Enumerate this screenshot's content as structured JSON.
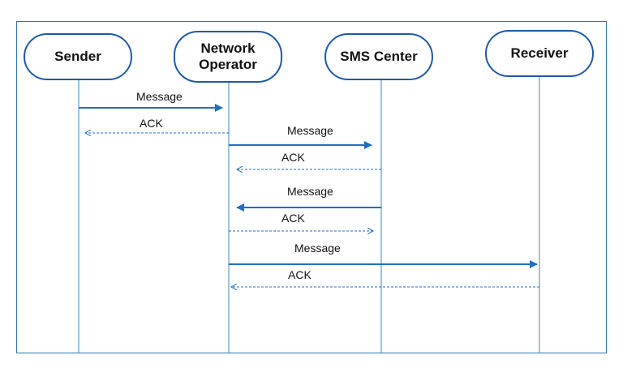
{
  "colors": {
    "frame": "#2f74b5",
    "lifeline": "#5b9bd5",
    "arrow": "#1f6fc5",
    "actor_border": "#1f5aa8"
  },
  "actors": [
    {
      "id": "sender",
      "label": "Sender"
    },
    {
      "id": "network-operator",
      "label": "Network\nOperator"
    },
    {
      "id": "sms-center",
      "label": "SMS Center"
    },
    {
      "id": "receiver",
      "label": "Receiver"
    }
  ],
  "messages": [
    {
      "from": "sender",
      "to": "network-operator",
      "label": "Message",
      "style": "solid"
    },
    {
      "from": "network-operator",
      "to": "sender",
      "label": "ACK",
      "style": "dashed"
    },
    {
      "from": "network-operator",
      "to": "sms-center",
      "label": "Message",
      "style": "solid"
    },
    {
      "from": "sms-center",
      "to": "network-operator",
      "label": "ACK",
      "style": "dashed"
    },
    {
      "from": "sms-center",
      "to": "network-operator",
      "label": "Message",
      "style": "solid"
    },
    {
      "from": "network-operator",
      "to": "sms-center",
      "label": "ACK",
      "style": "dashed"
    },
    {
      "from": "network-operator",
      "to": "receiver",
      "label": "Message",
      "style": "solid"
    },
    {
      "from": "receiver",
      "to": "network-operator",
      "label": "ACK",
      "style": "dashed"
    }
  ]
}
